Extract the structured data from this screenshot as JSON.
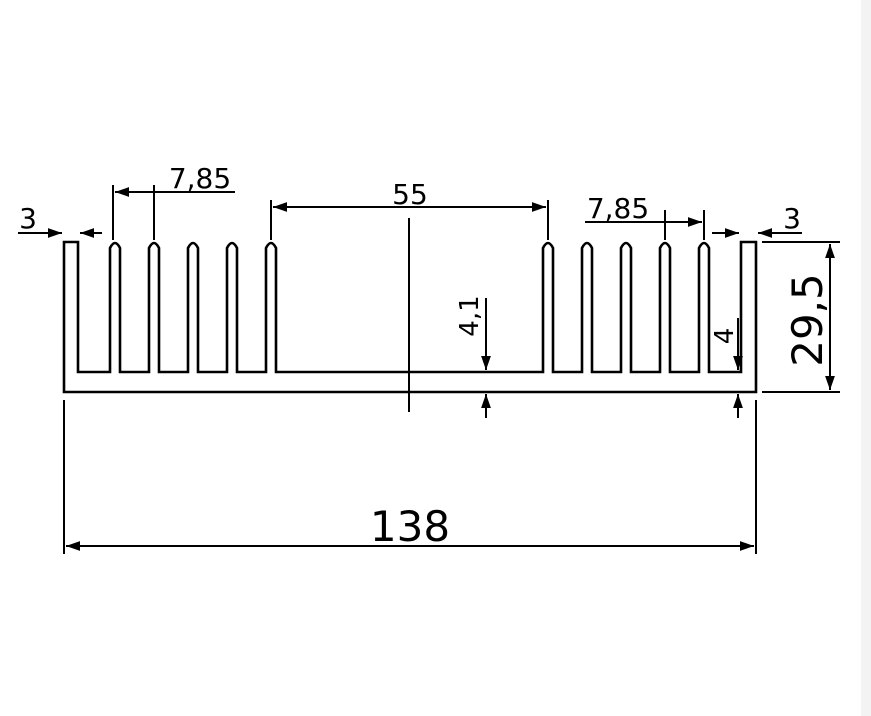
{
  "drawing": {
    "type": "heatsink-profile-cross-section",
    "fin_count": 12,
    "dimensions": {
      "overall_width": "138",
      "height": "29,5",
      "fin_pitch_left": "7,85",
      "fin_pitch_right": "7,85",
      "center_gap": "55",
      "edge_fin_left": "3",
      "edge_fin_right": "3",
      "base_thickness_center": "4,1",
      "base_thickness_right": "4"
    },
    "line_color": "#000000",
    "background_color": "#ffffff"
  }
}
